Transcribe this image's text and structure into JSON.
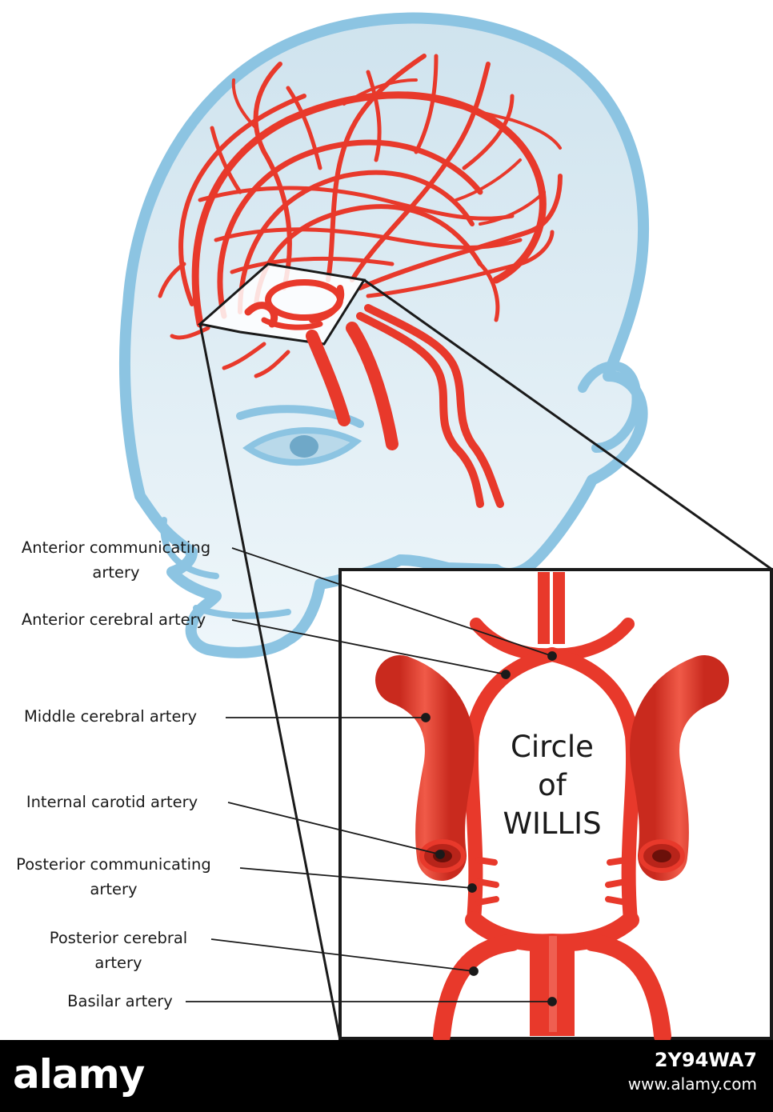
{
  "title": {
    "line1": "Circle",
    "line2": "of",
    "line3": "WILLIS"
  },
  "labels": {
    "anterior_communicating": {
      "line1": "Anterior communicating",
      "line2": "artery"
    },
    "anterior_cerebral": {
      "line1": "Anterior cerebral artery"
    },
    "middle_cerebral": {
      "line1": "Middle cerebral artery"
    },
    "internal_carotid": {
      "line1": "Internal carotid artery"
    },
    "posterior_communicating": {
      "line1": "Posterior communicating",
      "line2": "artery"
    },
    "posterior_cerebral": {
      "line1": "Posterior cerebral",
      "line2": "artery"
    },
    "basilar": {
      "line1": "Basilar artery"
    }
  },
  "footer": {
    "brand": "alamy",
    "image_id": "2Y94WA7",
    "site": "www.alamy.com"
  },
  "colors": {
    "artery": "#e8392b",
    "artery_dark": "#b8241a",
    "artery_light": "#f47a6a",
    "head_fill": "#dcebf3",
    "head_outline": "#8cc4e2",
    "frame": "#1a1a1a"
  }
}
